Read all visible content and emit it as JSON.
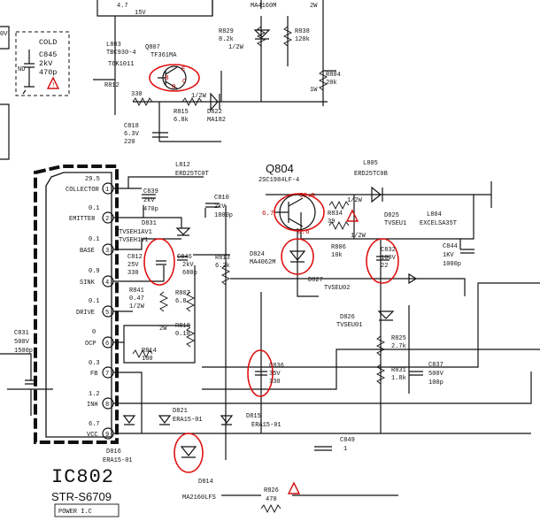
{
  "cold_box": {
    "title": "COLD",
    "ref": "C845",
    "val1": "2kV",
    "val2": "470p",
    "nd": "ND"
  },
  "ic": {
    "name": "IC802",
    "part": "STR-S6709",
    "caption": "POWER I.C"
  },
  "pins": [
    {
      "num": "1",
      "name": "COLLECTOR",
      "v": "29.5"
    },
    {
      "num": "2",
      "name": "EMITTER",
      "v": "0.1"
    },
    {
      "num": "3",
      "name": "BASE",
      "v": "0.1"
    },
    {
      "num": "4",
      "name": "SINK",
      "v": "0.9"
    },
    {
      "num": "5",
      "name": "DRIVE",
      "v": "0.1"
    },
    {
      "num": "6",
      "name": "OCP",
      "v": "0"
    },
    {
      "num": "7",
      "name": "FB",
      "v": "0.3"
    },
    {
      "num": "8",
      "name": "INH",
      "v": "1.2"
    },
    {
      "num": "9",
      "name": "VCC",
      "v": "6.7"
    }
  ],
  "labels": {
    "top_v": "4.7",
    "top_15v": "15V",
    "l803": "L803",
    "l803v": "TBC930-4",
    "t6k": "T6K1011",
    "q807": "Q807",
    "q807v": "TF361MA",
    "q807_b": "B",
    "q807_e": "E",
    "q807_c": "C",
    "q807_0": "0",
    "r812": "R812",
    "r812v": "330",
    "r815": "R815",
    "r815v": "6.8k",
    "r815w": "1/2W",
    "d822": "D822",
    "d822v": "MA182",
    "c818": "C818",
    "c818v1": "6.3V",
    "c818v2": "220",
    "ma4160": "MA4160M",
    "r829": "R829",
    "r829v": "8.2k",
    "r829w": "1/2W",
    "r838": "R838",
    "r838v": "120k",
    "r838w": "2W",
    "r804": "R804",
    "r804v": "20k",
    "r804w": "1W",
    "l812": "L812",
    "l812v": "ERD25TC0T",
    "c839": "C839",
    "c839v1": "2kV",
    "c839v2": "470p",
    "c810": "C810",
    "c810v1": "2kV",
    "c810v2": "1800p",
    "q804": "Q804",
    "q804v": "2SC1984LF-4",
    "l805": "L805",
    "l805v": "ERD25TC0B",
    "v609": "60.9",
    "v67": "6.7",
    "v66": "6.6",
    "r834": "R834",
    "r834v": "39",
    "r834w": "1/2W",
    "d825": "D825",
    "d825v": "TVSEU1",
    "l804": "L804",
    "l804v": "EXCELSA35T",
    "c844": "C844",
    "c844v1": "1KV",
    "c844v2": "1000p",
    "d831": "D831",
    "tv1": "TVSEH1AV1",
    "tv2": "TVSEH1V1",
    "c812": "C812",
    "c812v1": "25V",
    "c812v2": "330",
    "c846": "C846",
    "c846v1": "2kV",
    "c846v2": "680p",
    "r841": "R841",
    "r841v": "0.47",
    "r841w": "1/2W",
    "r807": "R807",
    "r807v": "6.8",
    "r810": "R810",
    "r810v": "0.18",
    "r810w": "2W",
    "r814": "R814",
    "r814v": "100",
    "r813": "R813",
    "r813v": "6.2k",
    "d824": "D824",
    "d824v": "MA4062M",
    "r806": "R806",
    "r806v": "10k",
    "r806w": "1/2W",
    "c832": "C832",
    "c832v1": "100V",
    "c832v2": "22",
    "d827": "D827",
    "d827v": "TVSEU02",
    "d826": "D826",
    "d826v": "TVSEU01",
    "r825": "R825",
    "r825v": "2.7k",
    "r831": "R831",
    "r831v": "1.8k",
    "c837": "C837",
    "c837v1": "500V",
    "c837v2": "100p",
    "c831": "C831",
    "c831v1": "500V",
    "c831v2": "1500p",
    "c836": "C836",
    "c836v1": "35V",
    "c836v2": "330",
    "d821": "D821",
    "d821v": "ERA15-01",
    "d815": "D815",
    "d815v": "ERA15-01",
    "c849": "C849",
    "c849v": "1",
    "d816": "D816",
    "d816v": "ERA15-01",
    "d814": "D814",
    "d814v": "MA2160LFS",
    "r826": "R826",
    "r826v": "470",
    "v10v": "0V"
  }
}
